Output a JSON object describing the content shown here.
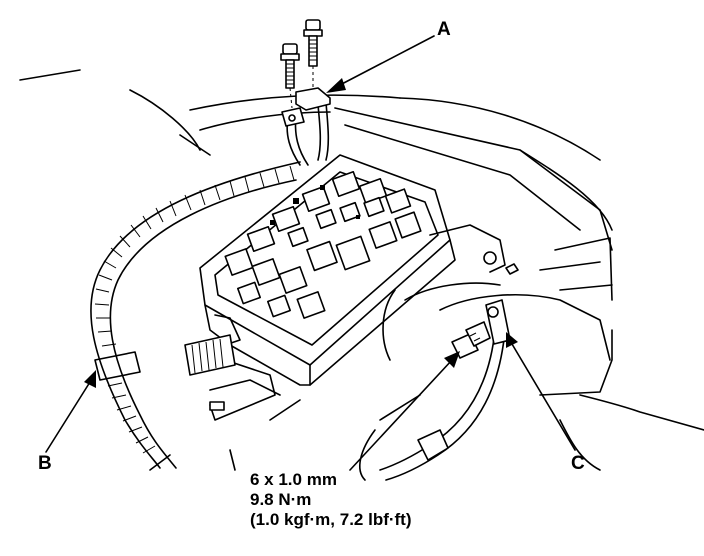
{
  "callouts": {
    "a": "A",
    "b": "B",
    "c": "C"
  },
  "torque_spec": {
    "bolt_size": "6 x 1.0 mm",
    "torque_nm": "9.8 N·m",
    "torque_alt": "(1.0 kgf·m, 7.2 lbf·ft)"
  }
}
